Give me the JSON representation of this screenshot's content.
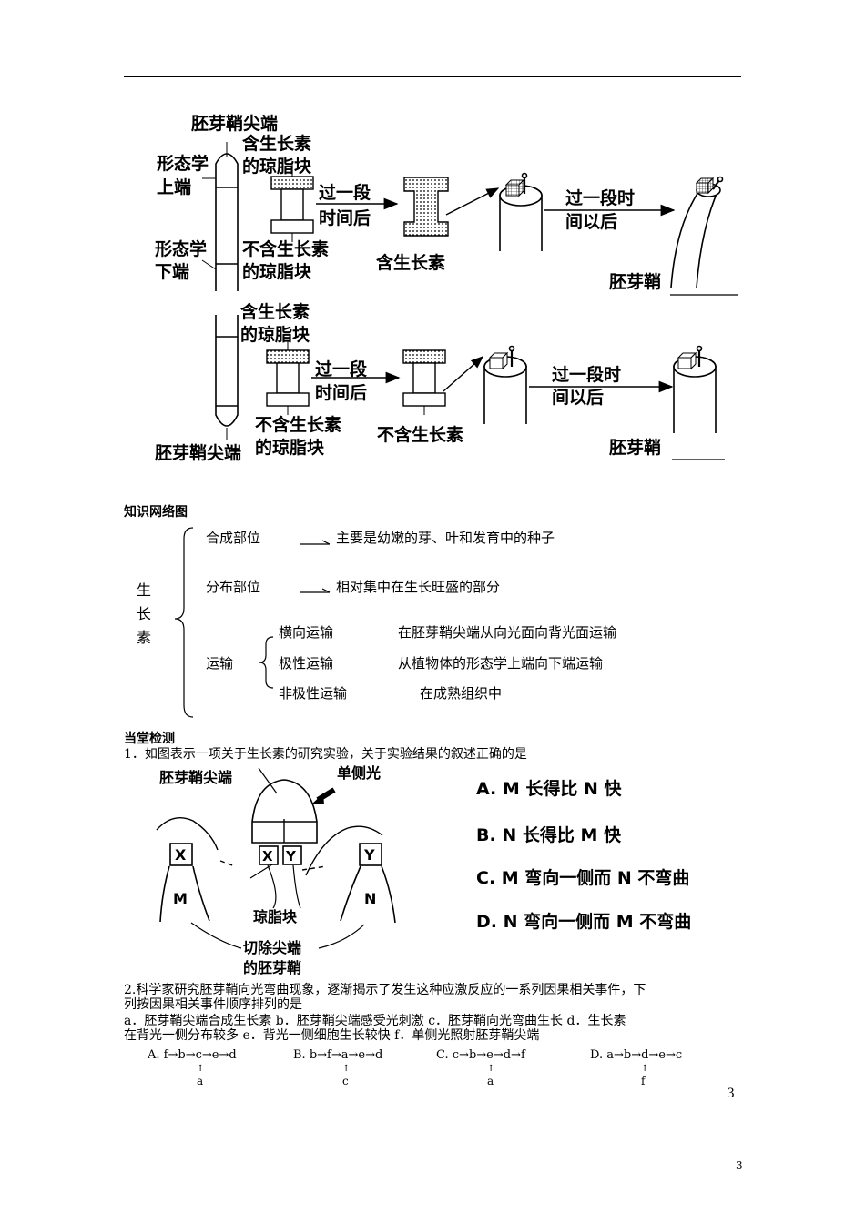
{
  "figure1": {
    "row1": {
      "tip_label": "胚芽鞘尖端",
      "upper_label_1": "形态学",
      "upper_label_2": "上端",
      "lower_label_1": "形态学",
      "lower_label_2": "下端",
      "agar_with_1": "含生长素",
      "agar_with_2": "的琼脂块",
      "agar_without_1": "不含生长素",
      "agar_without_2": "的琼脂块",
      "time_1": "过一段",
      "time_2": "时间后",
      "result_agar": "含生长素",
      "time_b1": "过一段时",
      "time_b2": "间以后",
      "answer_label": "胚芽鞘"
    },
    "row2": {
      "agar_with_1": "含生长素",
      "agar_with_2": "的琼脂块",
      "time_1": "过一段",
      "time_2": "时间后",
      "agar_without_1": "不含生长素",
      "agar_without_2": "的琼脂块",
      "tip_label": "胚芽鞘尖端",
      "result_agar": "不含生长素",
      "time_b1": "过一段时",
      "time_b2": "间以后",
      "answer_label": "胚芽鞘"
    }
  },
  "network": {
    "title": "知识网络图",
    "root": [
      "生",
      "长",
      "素"
    ],
    "synthesis_site": "合成部位",
    "synthesis_desc": "主要是幼嫩的芽、叶和发育中的种子",
    "distribution_site": "分布部位",
    "distribution_desc": "相对集中在生长旺盛的部分",
    "transport": "运输",
    "lateral": "横向运输",
    "lateral_desc": "在胚芽鞘尖端从向光面向背光面运输",
    "polar": "极性运输",
    "polar_desc": "从植物体的形态学上端向下端运输",
    "nonpolar": "非极性运输",
    "nonpolar_desc": "在成熟组织中"
  },
  "quiz": {
    "title": "当堂检测",
    "q1": "1．如图表示一项关于生长素的研究实验，关于实验结果的叙述正确的是",
    "q1_figure": {
      "tip": "胚芽鞘尖端",
      "light": "单侧光",
      "x": "X",
      "y": "Y",
      "m": "M",
      "n": "N",
      "agar": "琼脂块",
      "cut_1": "切除尖端",
      "cut_2": "的胚芽鞘"
    },
    "q1_options": [
      "A. M 长得比 N 快",
      "B. N 长得比 M 快",
      "C. M 弯向一侧而 N 不弯曲",
      "D. N 弯向一侧而 M 不弯曲"
    ],
    "q2_line1": "2.科学家研究胚芽鞘向光弯曲现象，逐渐揭示了发生这种应激反应的一系列因果相关事件，下",
    "q2_line2": "列按因果相关事件顺序排列的是",
    "q2_line3": "  a．胚芽鞘尖端合成生长素 b．胚芽鞘尖端感受光刺激  c．胚芽鞘向光弯曲生长  d．生长素",
    "q2_line4": "在背光一侧分布较多  e．背光一侧细胞生长较快  f．单侧光照射胚芽鞘尖端",
    "q2_options": [
      {
        "label": "A.",
        "chain": "f→b→c→e→d",
        "branch": "a"
      },
      {
        "label": "B.",
        "chain": "b→f→a→e→d",
        "branch": "c"
      },
      {
        "label": "C.",
        "chain": "c→b→e→d→f",
        "branch": "a"
      },
      {
        "label": "D.",
        "chain": "a→b→d→e→c",
        "branch": "f"
      }
    ]
  },
  "page_number_inner": "3",
  "page_number_outer": "3"
}
